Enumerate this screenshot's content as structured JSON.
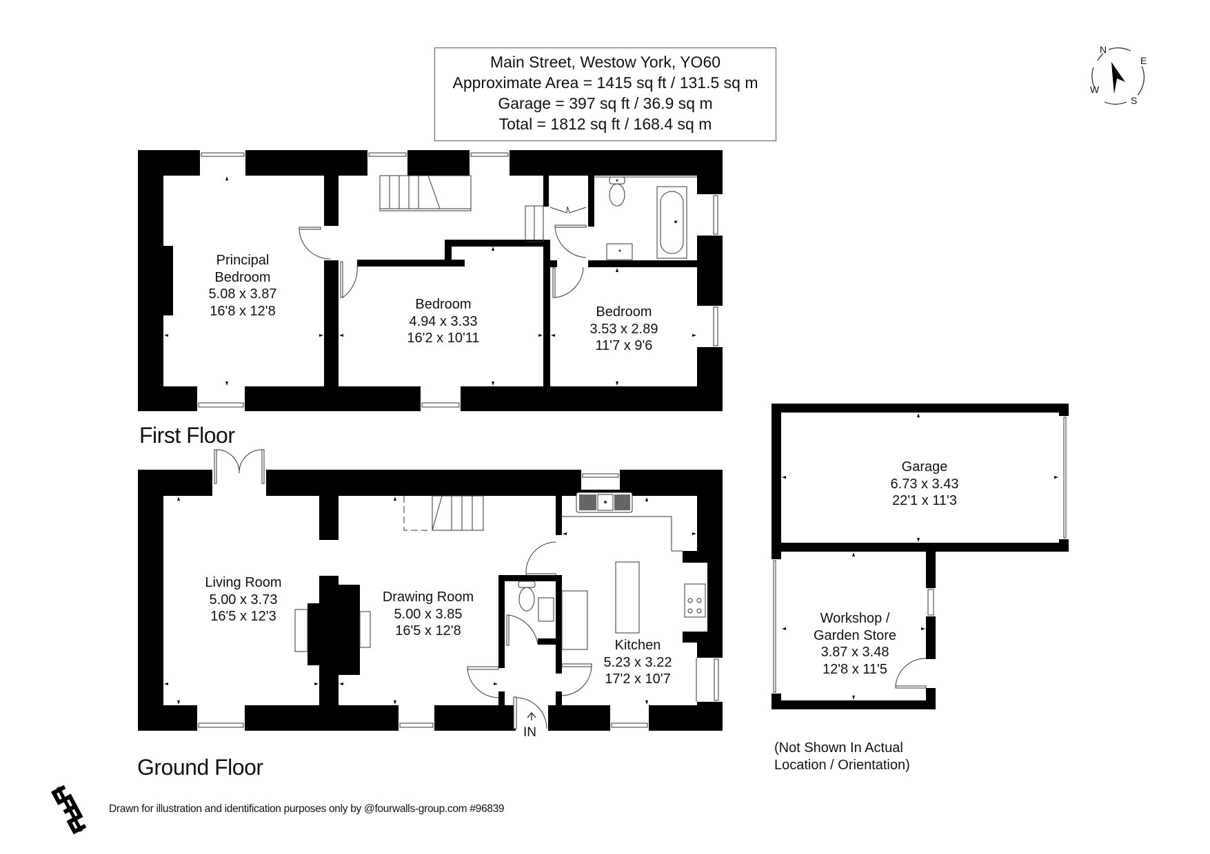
{
  "header": {
    "address": "Main Street, Westow York, YO60",
    "approx_area": "Approximate Area = 1415 sq ft / 131.5 sq m",
    "garage_area": "Garage = 397 sq ft / 36.9 sq m",
    "total_area": "Total = 1812 sq ft / 168.4 sq m"
  },
  "compass": {
    "n": "N",
    "e": "E",
    "s": "S",
    "w": "W"
  },
  "floors": {
    "first_floor": {
      "label": "First Floor",
      "rooms": [
        {
          "name_line1": "Principal",
          "name_line2": "Bedroom",
          "metric": "5.08 x 3.87",
          "imperial": "16'8 x 12'8"
        },
        {
          "name_line1": "Bedroom",
          "metric": "4.94 x 3.33",
          "imperial": "16'2 x 10'11"
        },
        {
          "name_line1": "Bedroom",
          "metric": "3.53 x 2.89",
          "imperial": "11'7 x 9'6"
        }
      ]
    },
    "ground_floor": {
      "label": "Ground Floor",
      "entrance_label": "IN",
      "rooms": [
        {
          "name_line1": "Living Room",
          "metric": "5.00 x 3.73",
          "imperial": "16'5 x 12'3"
        },
        {
          "name_line1": "Drawing Room",
          "metric": "5.00 x 3.85",
          "imperial": "16'5 x 12'8"
        },
        {
          "name_line1": "Kitchen",
          "metric": "5.23 x 3.22",
          "imperial": "17'2 x 10'7"
        }
      ]
    },
    "outbuilding": {
      "rooms": [
        {
          "name_line1": "Garage",
          "metric": "6.73 x 3.43",
          "imperial": "22'1 x 11'3"
        },
        {
          "name_line1": "Workshop /",
          "name_line2": "Garden Store",
          "metric": "3.87 x 3.48",
          "imperial": "12'8 x 11'5"
        }
      ],
      "note_line1": "(Not Shown In Actual",
      "note_line2": "Location / Orientation)"
    }
  },
  "footer": {
    "disclaimer": "Drawn for illustration and identification purposes only by @fourwalls-group.com #96839"
  },
  "colors": {
    "wall": "#000000",
    "background": "#ffffff",
    "line": "#333333",
    "box_border": "#555555"
  }
}
